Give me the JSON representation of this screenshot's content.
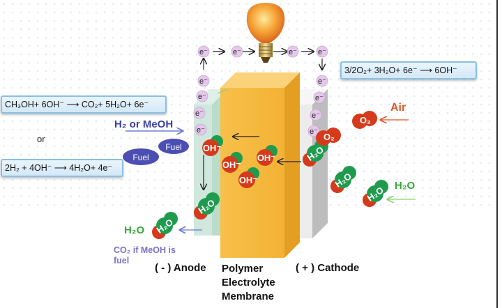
{
  "equations": {
    "anode_methanol": "CH₃OH+ 6OH⁻ ⟶ CO₂+ 5H₂O+ 6e⁻",
    "anode_hydrogen": "2H₂ + 4OH⁻ ⟶ 4H₂O+ 4e⁻",
    "cathode": "3/2O₂+ 3H₂O+ 6e⁻ ⟶ 6OH⁻"
  },
  "or_text": "or",
  "fuel_input": "H₂ or MeOH",
  "fuel_oval_1": "Fuel",
  "fuel_oval_2": "Fuel",
  "air_label": "Air",
  "water_in_label": "H₂O",
  "water_out_label": "H₂O",
  "co2_note_line1": "CO₂ if MeOH is",
  "co2_note_line2": "fuel",
  "anode_label": "( - ) Anode",
  "membrane_label_line1": "Polymer",
  "membrane_label_line2": "Electrolyte",
  "membrane_label_line3": "Membrane",
  "cathode_label": "( + ) Cathode",
  "electron_label": "e⁻",
  "hydroxide_label": "OH⁻",
  "oxygen_label": "O₂",
  "water_label": "H₂O",
  "colors": {
    "membrane": "#f5b93a",
    "anode": "#cfe7dc",
    "cathode": "#e9e9e9",
    "electron": "#e4c8ea",
    "oxygen_atom": "#d63a1c",
    "hydrogen_atom": "#1f9b4e",
    "fuel_oval": "#4b4fb3",
    "arrow_red": "#e0552b",
    "label_green": "#35a83a",
    "note_purple": "#7b70c9"
  }
}
